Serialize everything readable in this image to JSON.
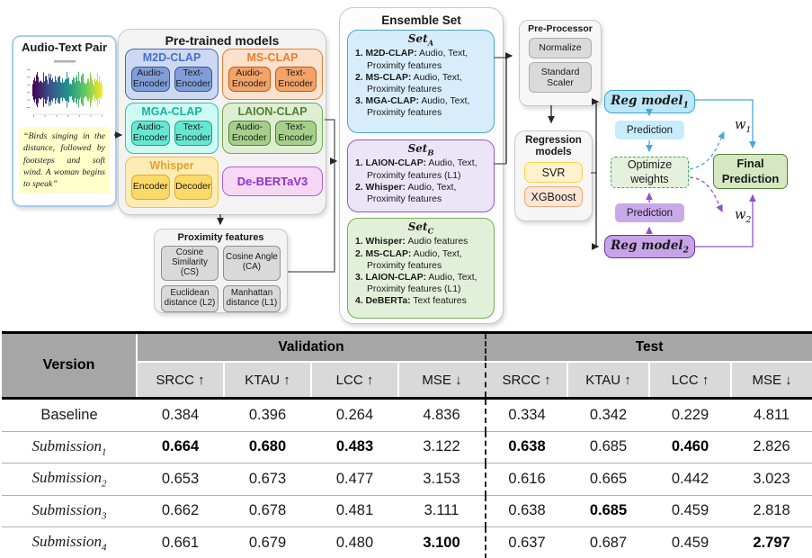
{
  "audio_text_pair": {
    "title": "Audio-Text Pair",
    "quote": "“Birds singing in the distance, followed by footsteps and soft wind.  A woman begins to speak”"
  },
  "pretrained": {
    "title": "Pre-trained models",
    "models": [
      {
        "key": "m2d",
        "name": "M2D-CLAP",
        "title_color": "#4472c4",
        "fill": "#cdd9f2",
        "border": "#4a69b0",
        "inner_fill": "#7f9ed8",
        "inner_border": "#39548f",
        "inner": [
          "Audio-Encoder",
          "Text-Encoder"
        ]
      },
      {
        "key": "ms",
        "name": "MS-CLAP",
        "title_color": "#ed7d31",
        "fill": "#fce2cd",
        "border": "#ed7d31",
        "inner_fill": "#f2a367",
        "inner_border": "#c55a11",
        "inner": [
          "Audio-Encoder",
          "Text-Encoder"
        ]
      },
      {
        "key": "mga",
        "name": "MGA-CLAP",
        "title_color": "#12b5a5",
        "fill": "#cdfaf1",
        "border": "#26c7ad",
        "inner_fill": "#67e7d3",
        "inner_border": "#17a391",
        "inner": [
          "Audio-Encoder",
          "Text-Encoder"
        ]
      },
      {
        "key": "laion",
        "name": "LAION-CLAP",
        "title_color": "#538135",
        "fill": "#ddeed2",
        "border": "#70ad47",
        "inner_fill": "#a5cf8b",
        "inner_border": "#538135",
        "inner": [
          "Audio-Encoder",
          "Text-Encoder"
        ]
      },
      {
        "key": "whisper",
        "name": "Whisper",
        "title_color": "#e3a02d",
        "fill": "#fdedb4",
        "border": "#f0c23a",
        "inner_fill": "#fbd968",
        "inner_border": "#dfa72a",
        "inner": [
          "Encoder",
          "Decoder"
        ]
      },
      {
        "key": "deberta",
        "name": "De-BERTaV3",
        "title_color": "#9331c9",
        "fill": "#f6d8f4",
        "border": "#b05fd8",
        "inner_fill": "",
        "inner_border": "",
        "inner": []
      }
    ]
  },
  "proximity": {
    "title": "Proximity features",
    "items": [
      "Cosine Similarity (CS)",
      "Cosine Angle (CA)",
      "Euclidean distance (L2)",
      "Manhattan distance (L1)"
    ]
  },
  "ensemble": {
    "title": "Ensemble Set",
    "sets": [
      {
        "key": "seta",
        "name": "Set",
        "sub": "A",
        "fill": "#d7edfb",
        "border": "#45a5d8",
        "items": [
          {
            "num": "1.",
            "name": "M2D-CLAP:",
            "rest": "Audio, Text, Proximity features"
          },
          {
            "num": "2.",
            "name": "MS-CLAP:",
            "rest": "Audio, Text, Proximity features"
          },
          {
            "num": "3.",
            "name": "MGA-CLAP:",
            "rest": "Audio, Text, Proximity features"
          }
        ]
      },
      {
        "key": "setb",
        "name": "Set",
        "sub": "B",
        "fill": "#ece5f7",
        "border": "#8b5cc0",
        "items": [
          {
            "num": "1.",
            "name": "LAION-CLAP:",
            "rest": "Audio, Text, Proximity features (L1)"
          },
          {
            "num": "2.",
            "name": "Whisper:",
            "rest": "Audio, Text, Proximity features"
          }
        ]
      },
      {
        "key": "setc",
        "name": "Set",
        "sub": "C",
        "fill": "#e3f0d9",
        "border": "#74ad54",
        "items": [
          {
            "num": "1.",
            "name": "Whisper:",
            "rest": "Audio features"
          },
          {
            "num": "2.",
            "name": "MS-CLAP:",
            "rest": "Audio, Text, Proximity features"
          },
          {
            "num": "3.",
            "name": "LAION-CLAP:",
            "rest": "Audio, Text, Proximity features (L1)"
          },
          {
            "num": "4.",
            "name": "DeBERTa:",
            "rest": "Text features"
          }
        ]
      }
    ]
  },
  "preprocessor": {
    "title": "Pre-Processor",
    "steps": [
      "Normalize",
      "Standard Scaler"
    ]
  },
  "regression": {
    "title": "Regression models",
    "models": [
      {
        "label": "SVR",
        "fill": "#fff2cc",
        "border": "#ffd24d"
      },
      {
        "label": "XGBoost",
        "fill": "#fbe5d6",
        "border": "#f2a976"
      }
    ]
  },
  "flow": {
    "reg1": {
      "text": "Reg model",
      "sub": "1",
      "fill": "#bce7f8",
      "border": "#3aa3d8"
    },
    "reg2": {
      "text": "Reg model",
      "sub": "2",
      "fill": "#c7a3e8",
      "border": "#7030a0"
    },
    "pred1": {
      "text": "Prediction",
      "fill": "#c8ecfc"
    },
    "pred2": {
      "text": "Prediction",
      "fill": "#c9a9ea"
    },
    "optimize": {
      "text": "Optimize weights",
      "fill": "#e6f1dd",
      "border": "#2eb052"
    },
    "final": {
      "text": "Final Prediction",
      "fill": "#d6e8c2",
      "border": "#538135"
    },
    "w1": {
      "text": "w",
      "sub": "1"
    },
    "w2": {
      "text": "w",
      "sub": "2"
    }
  },
  "table": {
    "version_label": "Version",
    "group_headers": [
      "Validation",
      "Test"
    ],
    "metric_headers": [
      "SRCC ↑",
      "KTAU ↑",
      "LCC ↑",
      "MSE ↓",
      "SRCC ↑",
      "KTAU ↑",
      "LCC ↑",
      "MSE ↓"
    ],
    "rows": [
      {
        "name": "Baseline",
        "italic": false,
        "sub": "",
        "values": [
          "0.384",
          "0.396",
          "0.264",
          "4.836",
          "0.334",
          "0.342",
          "0.229",
          "4.811"
        ],
        "bold": [
          0,
          0,
          0,
          0,
          0,
          0,
          0,
          0
        ]
      },
      {
        "name": "Submission",
        "italic": true,
        "sub": "1",
        "values": [
          "0.664",
          "0.680",
          "0.483",
          "3.122",
          "0.638",
          "0.685",
          "0.460",
          "2.826"
        ],
        "bold": [
          1,
          1,
          1,
          0,
          1,
          0,
          1,
          0
        ]
      },
      {
        "name": "Submission",
        "italic": true,
        "sub": "2",
        "values": [
          "0.653",
          "0.673",
          "0.477",
          "3.153",
          "0.616",
          "0.665",
          "0.442",
          "3.023"
        ],
        "bold": [
          0,
          0,
          0,
          0,
          0,
          0,
          0,
          0
        ]
      },
      {
        "name": "Submission",
        "italic": true,
        "sub": "3",
        "values": [
          "0.662",
          "0.678",
          "0.481",
          "3.111",
          "0.638",
          "0.685",
          "0.459",
          "2.818"
        ],
        "bold": [
          0,
          0,
          0,
          0,
          0,
          1,
          0,
          0
        ]
      },
      {
        "name": "Submission",
        "italic": true,
        "sub": "4",
        "values": [
          "0.661",
          "0.679",
          "0.480",
          "3.100",
          "0.637",
          "0.687",
          "0.459",
          "2.797"
        ],
        "bold": [
          0,
          0,
          0,
          1,
          0,
          0,
          0,
          1
        ]
      }
    ]
  }
}
